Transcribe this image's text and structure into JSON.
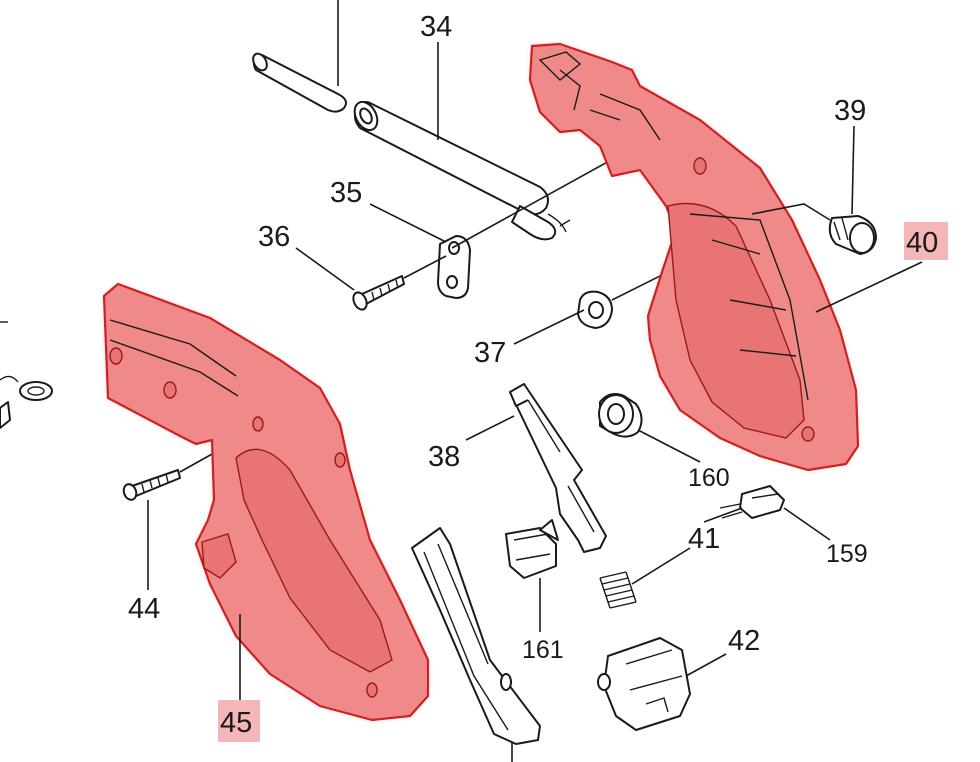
{
  "diagram": {
    "type": "exploded-parts-view",
    "highlight_color": "#f08a8a",
    "labels": {
      "p34": "34",
      "p35": "35",
      "p36": "36",
      "p37": "37",
      "p38": "38",
      "p39": "39",
      "p40": "40",
      "p41": "41",
      "p42": "42",
      "p44": "44",
      "p45": "45",
      "p159": "159",
      "p160": "160",
      "p161": "161"
    },
    "highlighted_parts": [
      "40",
      "45"
    ]
  }
}
